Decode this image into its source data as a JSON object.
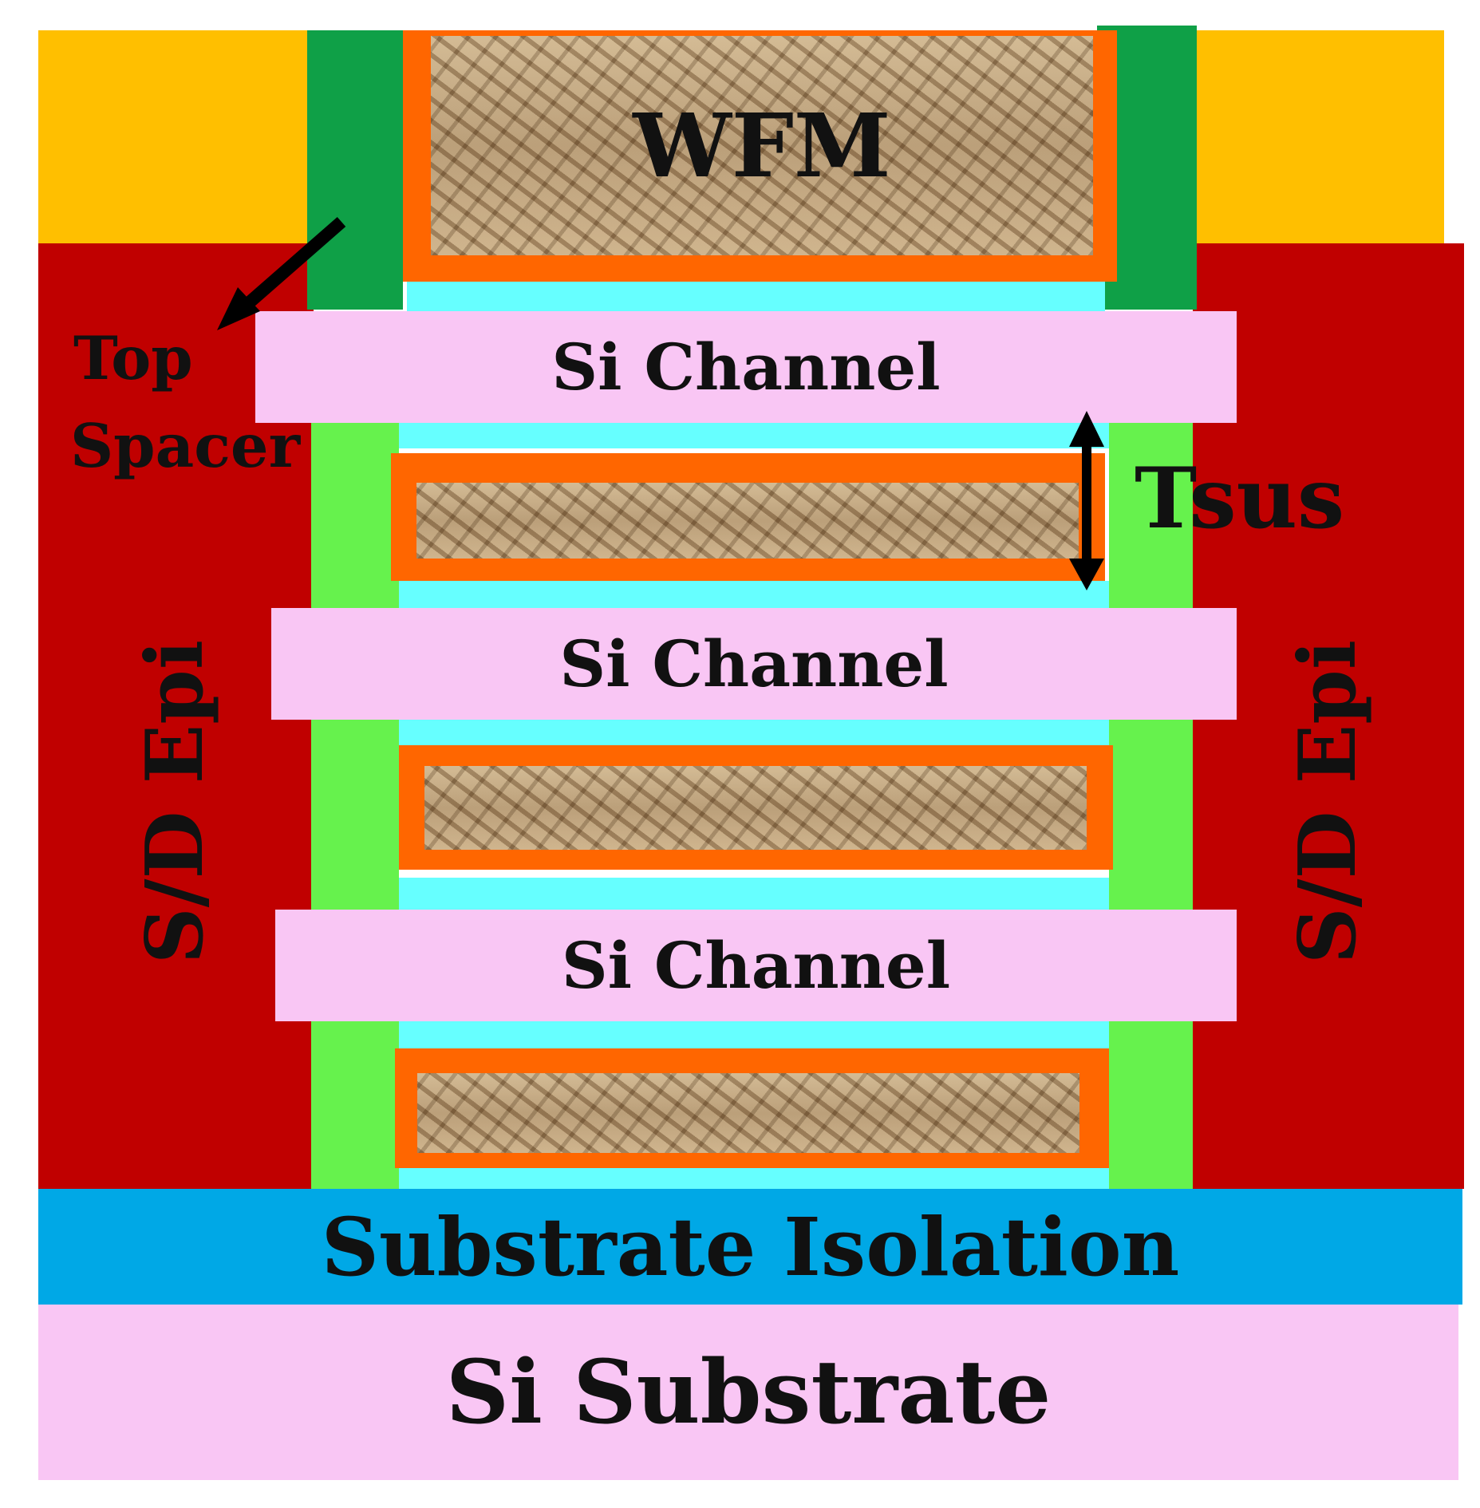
{
  "diagram": {
    "labels": {
      "wfm": "WFM",
      "top_spacer_line1": "Top",
      "top_spacer_line2": "Spacer",
      "tsus": "Tsus",
      "si_channel": "Si Channel",
      "sd_epi": "S/D Epi",
      "substrate_isolation": "Substrate Isolation",
      "si_substrate": "Si Substrate"
    },
    "colors": {
      "contact": "#FFBF00",
      "sd_epi": "#C00000",
      "top_spacer": "#0FA047",
      "inner_spacer": "#66F24D",
      "interfacial_layer": "#66FFFF",
      "high_k": "#FF6600",
      "wfm": "#B89C74",
      "si_channel": "#F9C6F4",
      "substrate_isolation": "#00A8E6",
      "si_substrate": "#F9C6F4",
      "text": "#111111"
    }
  }
}
